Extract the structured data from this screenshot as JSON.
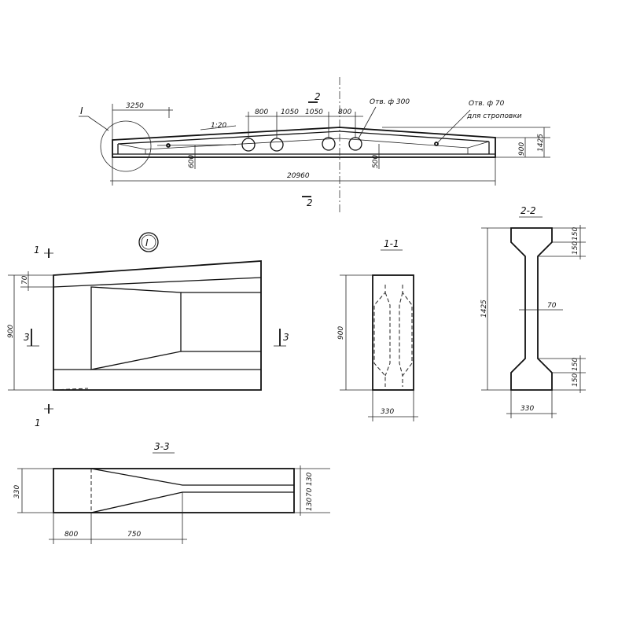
{
  "main_view": {
    "dim_end_length": "3250",
    "dim_800_left": "800",
    "dim_1050_left": "1050",
    "dim_1050_right": "1050",
    "dim_800_right": "800",
    "slope": "1:20",
    "dim_total": "20960",
    "dim_end_height": "900",
    "dim_mid_height": "1425",
    "dim_600": "600",
    "dim_500": "500",
    "hole_large": "Отв. ф 300",
    "hole_small": "Отв. ф 70",
    "hole_small_note": "для строповки",
    "detail_callout": "I",
    "section_2_top": "2",
    "section_2_bottom": "2"
  },
  "detail_view": {
    "title": "I",
    "cut_1_top": "1",
    "cut_1_bottom": "1",
    "cut_3_left": "3",
    "cut_3_right": "3",
    "dim_height": "900",
    "dim_small": "70"
  },
  "section_1_1": {
    "title": "1-1",
    "dim_height": "900",
    "dim_width": "330"
  },
  "section_2_2": {
    "title": "2-2",
    "dim_height": "1425",
    "dim_top_flange": "150",
    "dim_top_chamfer": "150",
    "dim_web": "70",
    "dim_bot_chamfer": "150",
    "dim_bot_flange": "150",
    "dim_width": "330"
  },
  "section_3_3": {
    "title": "3-3",
    "dim_height": "330",
    "dim_a": "130",
    "dim_b": "70",
    "dim_c": "130",
    "dim_800": "800",
    "dim_750": "750"
  }
}
